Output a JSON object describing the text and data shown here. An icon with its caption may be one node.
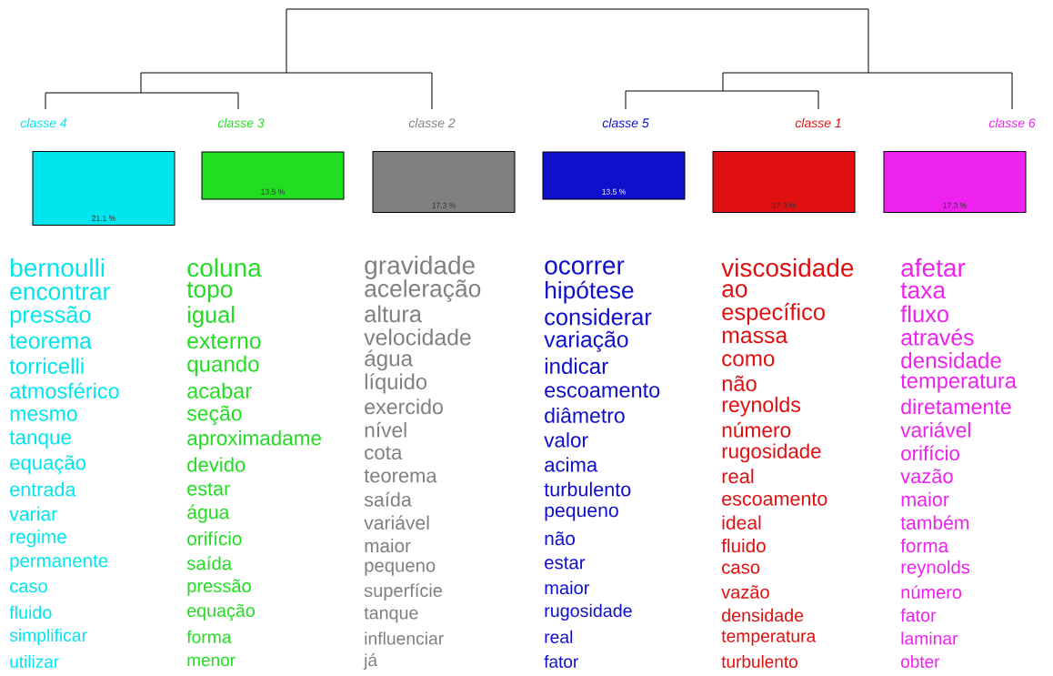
{
  "diagram": {
    "nodes": [
      {
        "text": [
          "classe 4",
          "21.1 %"
        ],
        "beside": [
          "bernoulli",
          "encontrar",
          "pressão",
          "teorema",
          "torricelli",
          "atmosférico",
          "mesmo",
          "tanque",
          "equação",
          "entrada",
          "variar",
          "regime",
          "permanente",
          "caso",
          "fluido",
          "simplificar",
          "utilizar"
        ]
      },
      {
        "text": [
          "classe 3",
          "13.5 %"
        ],
        "beside": [
          "coluna",
          "topo",
          "igual",
          "externo",
          "quando",
          "acabar",
          "seção",
          "aproximadame",
          "devido",
          "estar",
          "água",
          "orifício",
          "saída",
          "pressão",
          "equação",
          "forma",
          "menor"
        ]
      },
      {
        "text": [
          "classe 2",
          "17.3 %"
        ],
        "beside": [
          "gravidade",
          "aceleração",
          "altura",
          "velocidade",
          "água",
          "líquido",
          "exercido",
          "nível",
          "cota",
          "teorema",
          "saída",
          "variável",
          "maior",
          "pequeno",
          "superfície",
          "tanque",
          "influenciar",
          "já"
        ]
      },
      {
        "text": [
          "classe 5",
          "13.5 %"
        ],
        "beside": [
          "ocorrer",
          "hipótese",
          "considerar",
          "variação",
          "indicar",
          "escoamento",
          "diâmetro",
          "valor",
          "acima",
          "turbulento",
          "pequeno",
          "não",
          "estar",
          "maior",
          "rugosidade",
          "real",
          "fator"
        ]
      },
      {
        "text": [
          "classe 1",
          "17.3 %"
        ],
        "beside": [
          "viscosidade",
          "ao",
          "específico",
          "massa",
          "como",
          "não",
          "reynolds",
          "número",
          "rugosidade",
          "real",
          "escoamento",
          "ideal",
          "fluido",
          "caso",
          "vazão",
          "densidade",
          "temperatura",
          "turbulento"
        ]
      },
      {
        "text": [
          "classe 6",
          "17.3 %"
        ],
        "beside": [
          "afetar",
          "taxa",
          "fluxo",
          "através",
          "densidade",
          "temperatura",
          "diretamente",
          "variável",
          "orifício",
          "vazão",
          "maior",
          "também",
          "forma",
          "reynolds",
          "número",
          "fator",
          "laminar",
          "obter"
        ]
      }
    ]
  }
}
